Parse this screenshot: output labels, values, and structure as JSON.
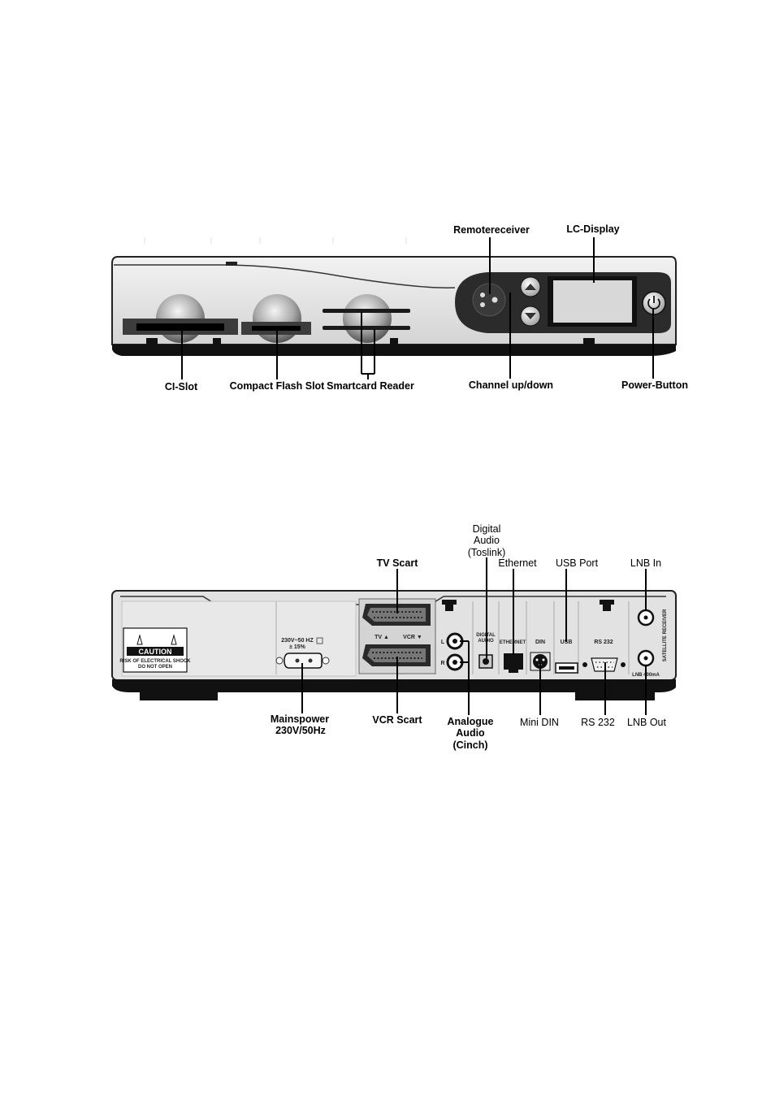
{
  "front_panel": {
    "labels": {
      "remote_receiver": "Remotereceiver",
      "lc_display": "LC-Display",
      "ci_slot": "CI-Slot",
      "compact_flash_slot": "Compact Flash Slot",
      "smartcard_reader": "Smartcard Reader",
      "channel_up_down": "Channel up/down",
      "power_button": "Power-Button"
    }
  },
  "rear_panel": {
    "labels": {
      "digital_audio": [
        "Digital",
        "Audio",
        "(Toslink)"
      ],
      "tv_scart": "TV Scart",
      "ethernet": "Ethernet",
      "usb_port": "USB Port",
      "lnb_in": "LNB In",
      "mainspower": [
        "Mainspower",
        "230V/50Hz"
      ],
      "vcr_scart": "VCR Scart",
      "analogue_audio": [
        "Analogue",
        "Audio",
        "(Cinch)"
      ],
      "mini_din": "Mini DIN",
      "rs232": "RS 232",
      "lnb_out": "LNB Out"
    },
    "device_print": {
      "caution_title": "CAUTION",
      "caution_line1": "RISK OF ELECTRICAL SHOCK",
      "caution_line2": "DO NOT OPEN",
      "voltage_line1": "230V~50 HZ",
      "voltage_line2": "± 15%",
      "tv_mark": "TV ▲",
      "vcr_mark": "VCR ▼",
      "audio_l": "L",
      "audio_r": "R",
      "digital_audio_1": "DIGITAL",
      "digital_audio_2": "AUDIO",
      "ethernet_mark": "ETHERNET",
      "din_mark": "DIN",
      "usb_mark": "USB",
      "rs232_mark": "RS 232",
      "lnb_mark": "LNB 400mA",
      "side_text": "SATELLITE RECEIVER"
    }
  }
}
